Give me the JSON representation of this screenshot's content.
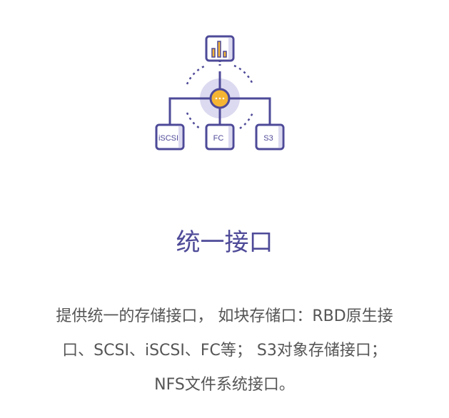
{
  "feature": {
    "icon": "storage-interface-hub-icon",
    "labels": [
      "iSCSI",
      "FC",
      "S3"
    ],
    "title": "统一接口",
    "description_lines": [
      "提供统一的存储接口， 如块存储口：RBD原生接",
      "口、SCSI、iSCSI、FC等； S3对象存储接口；",
      "NFS文件系统接口。"
    ],
    "colors": {
      "primary": "#4e4a98",
      "accent": "#f5b533",
      "halo": "#dcdaf0"
    }
  }
}
